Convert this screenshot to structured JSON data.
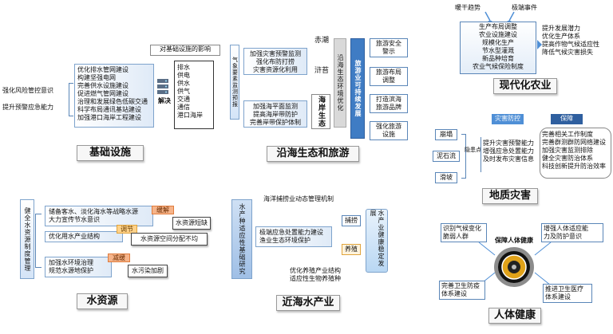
{
  "infra": {
    "effect_header": "对基础设施的影响",
    "left_1": "强化风险管控意识",
    "left_2": "提升预警应急能力",
    "items": [
      "优化排水管网建设",
      "构建坚强电网",
      "完善供水设施建设",
      "促进燃气管网建设",
      "治理和发展绿色低碳交通",
      "科学布局通讯基站建设",
      "加强港口海岸工程建设"
    ],
    "measure": "解决",
    "sectors": [
      "排水",
      "供电",
      "供水",
      "供气",
      "交通",
      "通信",
      "港口海岸"
    ],
    "title": "基础设施"
  },
  "coastal": {
    "left_vertical": "气象要素监测预报",
    "box1": [
      "加强灾害预警监测",
      "强化布防打捞",
      "灾害资源化利用"
    ],
    "box2": [
      "加强海平面监测",
      "提高海岸带防护",
      "完善岸带保护体制"
    ],
    "mid1": "赤潮",
    "mid2": "浒苔",
    "mid3": "海岸生态",
    "center_vertical": "沿海生态环境优化",
    "goal_vertical": "旅游业可持续发展",
    "right_boxes": [
      "旅游安全警示",
      "旅游布局调整",
      "打造滨海旅游品牌",
      "强化旅游设施"
    ],
    "title": "沿海生态和旅游"
  },
  "agri": {
    "top_left": "暖干趋势",
    "top_right": "极端事件",
    "items": [
      "生产布局调整",
      "农业设施建设",
      "规模化生产",
      "节水型灌溉",
      "新品种培育",
      "农业气候保险制度"
    ],
    "right": [
      "提升发展潜力",
      "优化生产体系",
      "提高作物气候适应性",
      "降低气候灾害损失"
    ],
    "title": "现代化农业"
  },
  "geo": {
    "header_left": "灾害防控",
    "header_right": "保障",
    "hazards": [
      "崩塌",
      "泥石流",
      "滑坡"
    ],
    "hinge": "隐患点",
    "middle": [
      "提升灾害预警能力",
      "增强应急处置能力",
      "及时发布灾害信息"
    ],
    "right": [
      "完善相关工作制度",
      "完善群测群防网络建设",
      "加强灾害监测排除",
      "健全灾害防治体系",
      "科技创新提升防治效率"
    ],
    "title": "地质灾害"
  },
  "water": {
    "left_vertical": "健全水资源制度管理",
    "row1": [
      "储备客水、淡化海水等战略水源",
      "大力宣传节水意识"
    ],
    "tag1": "缓解",
    "res1": "水资源短缺",
    "row2": "优化用水产业结构",
    "tag2": "调节",
    "res2": "水资源空间分配不均",
    "row3": [
      "加强水环境治理",
      "规范水源地保护"
    ],
    "tag3": "减缓",
    "res3": "水污染加剧",
    "title": "水资源"
  },
  "marine": {
    "top": "海洋捕捞业动态管理机制",
    "left_vertical": "水产种适应性基础研究",
    "center": [
      "极端应急处置能力建设",
      "渔业生态环境保护"
    ],
    "catch": "捕捞",
    "breed": "养殖",
    "bottom": [
      "优化养殖产业结构",
      "适应性生物养殖种"
    ],
    "goal_vertical": "水产业健康稳定发展",
    "title": "近海水产业"
  },
  "health": {
    "tl": [
      "识别气候变化",
      "脆弱人群"
    ],
    "tr": [
      "增强人体适应能",
      "力及防护意识"
    ],
    "center": "保障人体健康",
    "bl": [
      "完善卫生防疫",
      "体系建设"
    ],
    "br": [
      "推进卫生医疗",
      "体系建设"
    ],
    "title": "人体健康"
  },
  "colors": {
    "accent_blue": "#4f8fd6",
    "dark_blue": "#2f5f9f",
    "orange_tag": "#f6b48a",
    "box_border": "#5a86b8"
  }
}
